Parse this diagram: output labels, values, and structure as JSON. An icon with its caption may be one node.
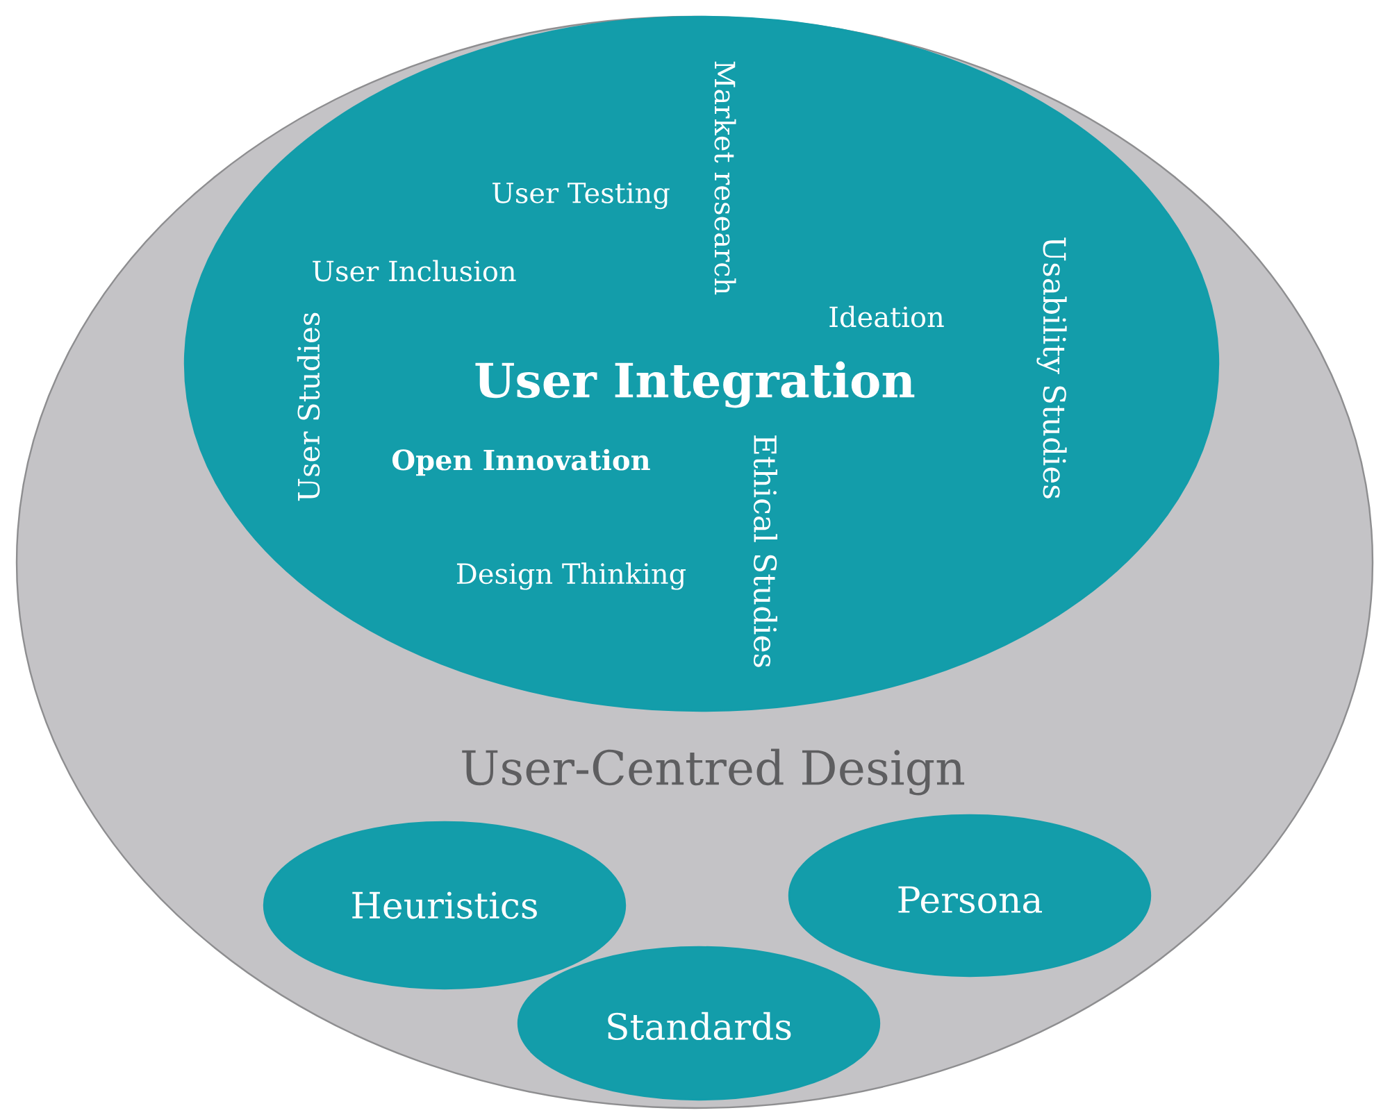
{
  "diagram": {
    "nodes": [
      {
        "text": [
          "User-Centred Design"
        ]
      },
      {
        "text": [
          "Market research",
          "User Testing",
          "Usability Studies",
          "User Inclusion",
          "Ideation",
          "User Studies",
          "User Integration",
          "Ethical Studies",
          "Open Innovation",
          "Design Thinking"
        ],
        "in": 0
      },
      {
        "text": [
          "Heuristics"
        ],
        "in": 0
      },
      {
        "text": [
          "Persona"
        ],
        "in": 0
      },
      {
        "text": [
          "Standards"
        ],
        "in": 0
      }
    ]
  }
}
